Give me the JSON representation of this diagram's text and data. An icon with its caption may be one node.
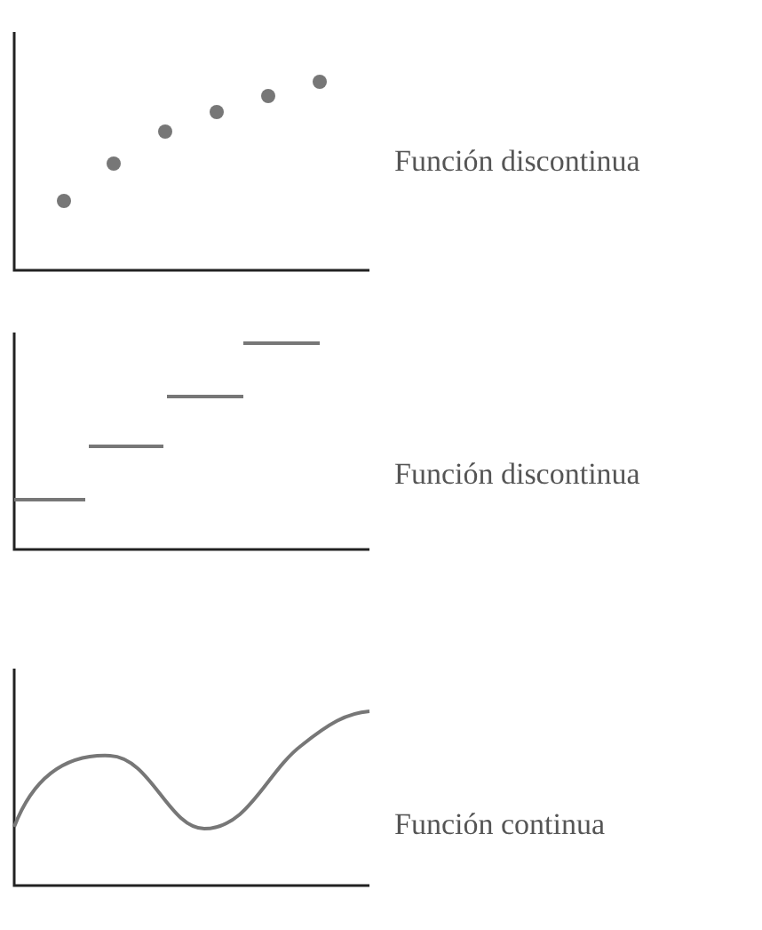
{
  "diagram": {
    "labels": [
      "Función discontinua",
      "Función discontinua",
      "Función continua"
    ]
  }
}
